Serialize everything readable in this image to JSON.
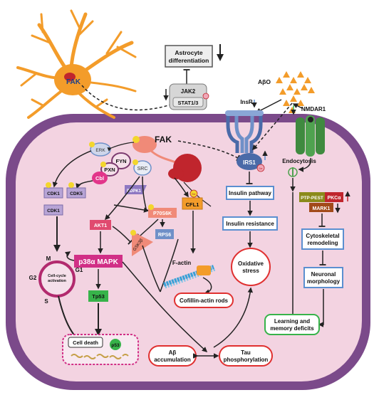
{
  "labels": {
    "fak_astro": "FAK",
    "astrocyte_line1": "Astrocyte",
    "astrocyte_line2": "differentiation",
    "jak2": "JAK2",
    "stat": "STAT1/3",
    "abeta_out": "AβO",
    "insr": "InsR",
    "nmdar1": "NMDAR1",
    "fak_main": "FAK",
    "erk": "ERK",
    "fyn": "FYN",
    "pxn": "PXN",
    "cbl": "Cbl",
    "src": "SRC",
    "cdk1_a": "CDK1",
    "cdk5": "CDK5",
    "cdk1_b": "CDK1",
    "pdpk1": "PDPK1",
    "cfl1": "CFL1",
    "irs1": "IRS1",
    "akt1": "AKT1",
    "p70s6k": "P70S6K",
    "gsk3b": "GSK3β",
    "rps6": "RPS6",
    "p38": "p38α MAPK",
    "tp53": "Tp53",
    "p53": "p53",
    "cell_death": "Cell death",
    "cycle_m": "M",
    "cycle_g1": "G1",
    "cycle_g2": "G2",
    "cycle_s": "S",
    "cycle_line1": "Cell-cycle",
    "cycle_line2": "activation",
    "factin": "F-actin",
    "cofilin_rods": "Cofillin-actin rods",
    "insulin_pathway": "Insulin pathway",
    "insulin_resistance": "Insulin resistance",
    "ox_line1": "Oxidative",
    "ox_line2": "stress",
    "endocytosis": "Endocytosis",
    "ptppest": "PTP-PEST",
    "pkca": "PKCα",
    "mark1": "MARK1",
    "cyto_line1": "Cytoskeletal",
    "cyto_line2": "remodeling",
    "neuro_line1": "Neuronal",
    "neuro_line2": "morphology",
    "learn_line1": "Learning and",
    "learn_line2": "memory deficits",
    "abacc_line1": "Aβ",
    "abacc_line2": "accumulation",
    "tau_line1": "Tau",
    "tau_line2": "phosphorylation",
    "site_ser": "Ser",
    "site_p": "P"
  },
  "colors": {
    "cell_fill": "#f3d3e1",
    "cell_border": "#7b4a8a",
    "astrocyte": "#f39c2a",
    "fak_red": "#c0252d",
    "red_outline": "#e03030",
    "blue_outline": "#5b8fd0",
    "magenta": "#d6337f",
    "p38_fill": "#d12f86",
    "green": "#37b34a",
    "salmon": "#f08a78",
    "cdk_fill": "#b8a4d6",
    "phospho": "#f3d62d"
  }
}
